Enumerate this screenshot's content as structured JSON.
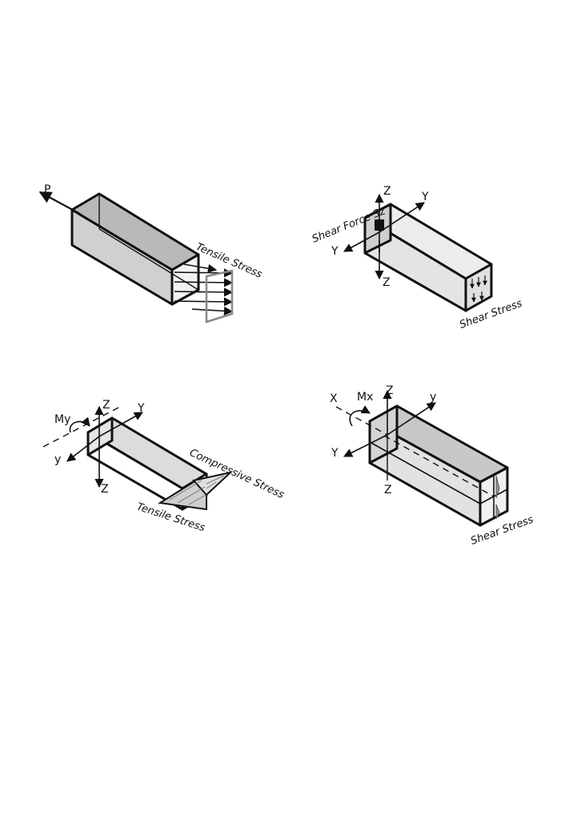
{
  "panel1": {
    "force_label": "P",
    "stress_label": "Tensile Stress"
  },
  "panel2": {
    "force_label": "Shear Force Sz",
    "axis_z": "Z",
    "axis_y": "Y",
    "axis_y_neg": "Y",
    "axis_z_neg": "Z",
    "stress_label": "Shear Stress"
  },
  "panel3": {
    "moment_label": "My",
    "axis_z": "Z",
    "axis_y": "Y",
    "axis_y_neg": "y",
    "axis_z_neg": "Z",
    "compressive_label": "Compressive Stress",
    "tensile_label": "Tensile Stress"
  },
  "panel4": {
    "axis_x": "X",
    "moment_label": "Mx",
    "axis_z": "Z",
    "axis_y": "y",
    "axis_y_neg": "Y",
    "axis_z_neg": "Z",
    "stress_label": "Shear Stress"
  },
  "colors": {
    "face_dark": "#c8c8c8",
    "face_mid": "#dcdcdc",
    "face_light": "#ececec",
    "ink": "#111111",
    "hatch": "#888888"
  }
}
